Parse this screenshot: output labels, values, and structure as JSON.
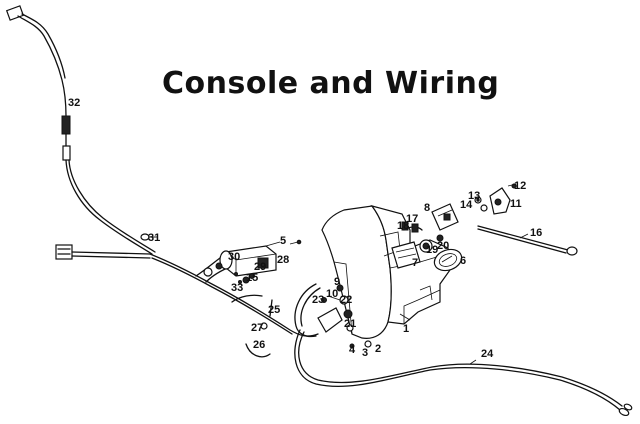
{
  "title": "Console and Wiring",
  "callouts": [
    {
      "id": "c1",
      "text": "1"
    },
    {
      "id": "c2",
      "text": "2"
    },
    {
      "id": "c3",
      "text": "3"
    },
    {
      "id": "c4",
      "text": "4"
    },
    {
      "id": "c5",
      "text": "5"
    },
    {
      "id": "c6",
      "text": "6"
    },
    {
      "id": "c7",
      "text": "7"
    },
    {
      "id": "c8",
      "text": "8"
    },
    {
      "id": "c9",
      "text": "9"
    },
    {
      "id": "c10",
      "text": "10"
    },
    {
      "id": "c11",
      "text": "11"
    },
    {
      "id": "c12",
      "text": "12"
    },
    {
      "id": "c13",
      "text": "13"
    },
    {
      "id": "c14",
      "text": "14"
    },
    {
      "id": "c15",
      "text": "15"
    },
    {
      "id": "c16",
      "text": "16"
    },
    {
      "id": "c17",
      "text": "17"
    },
    {
      "id": "c18",
      "text": "18"
    },
    {
      "id": "c19",
      "text": "19"
    },
    {
      "id": "c20",
      "text": "20"
    },
    {
      "id": "c21",
      "text": "21"
    },
    {
      "id": "c22",
      "text": "22"
    },
    {
      "id": "c23",
      "text": "23"
    },
    {
      "id": "c24",
      "text": "24"
    },
    {
      "id": "c25",
      "text": "25"
    },
    {
      "id": "c26",
      "text": "26"
    },
    {
      "id": "c27",
      "text": "27"
    },
    {
      "id": "c28",
      "text": "28"
    },
    {
      "id": "c29",
      "text": "29"
    },
    {
      "id": "c30",
      "text": "30"
    },
    {
      "id": "c31",
      "text": "31"
    },
    {
      "id": "c32",
      "text": "32"
    },
    {
      "id": "c33",
      "text": "33"
    }
  ]
}
